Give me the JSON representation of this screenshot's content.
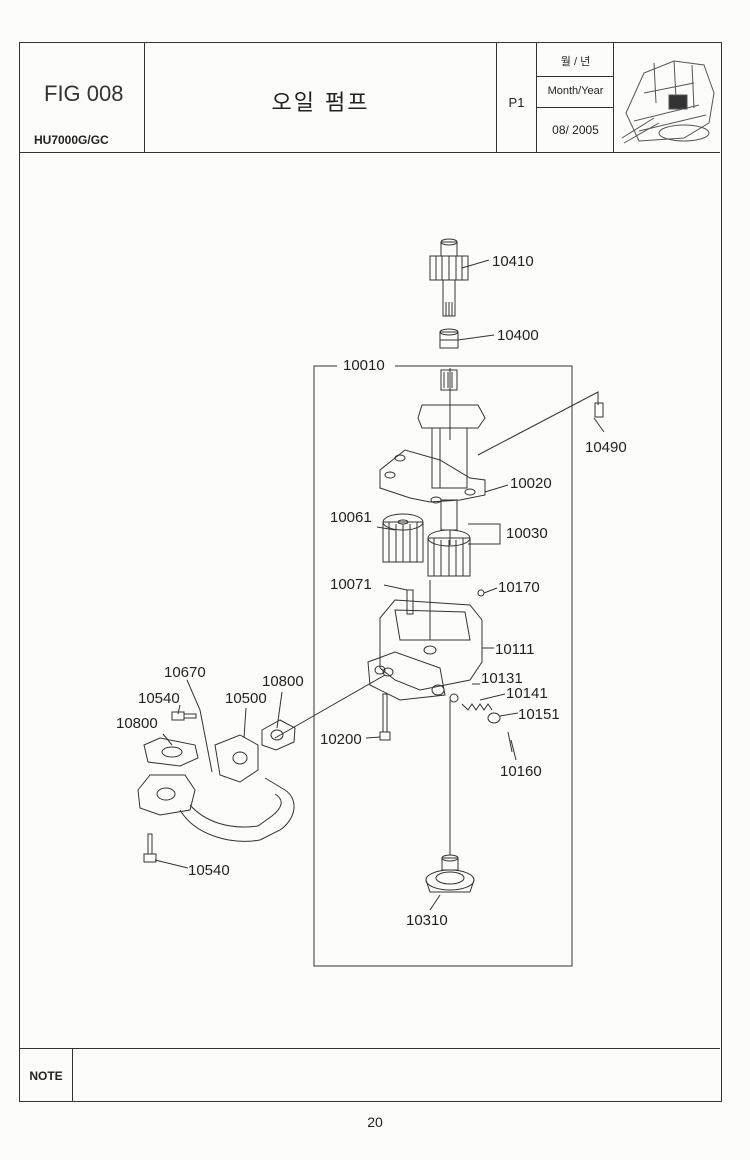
{
  "header": {
    "fig_no": "FIG 008",
    "model": "HU7000G/GC",
    "title": "오일 펌프",
    "page": "P1",
    "date_label_ko": "월 / 년",
    "date_label_en": "Month/Year",
    "date_value": "08/ 2005"
  },
  "parts": {
    "p10410": "10410",
    "p10400": "10400",
    "p10010": "10010",
    "p10490": "10490",
    "p10020": "10020",
    "p10061": "10061",
    "p10030": "10030",
    "p10071": "10071",
    "p10170": "10170",
    "p10111": "10111",
    "p10131": "10131",
    "p10141": "10141",
    "p10151": "10151",
    "p10160": "10160",
    "p10200": "10200",
    "p10670": "10670",
    "p10800a": "10800",
    "p10540a": "10540",
    "p10500": "10500",
    "p10800b": "10800",
    "p10540b": "10540",
    "p10310": "10310"
  },
  "note": {
    "label": "NOTE"
  },
  "page_number": "20"
}
